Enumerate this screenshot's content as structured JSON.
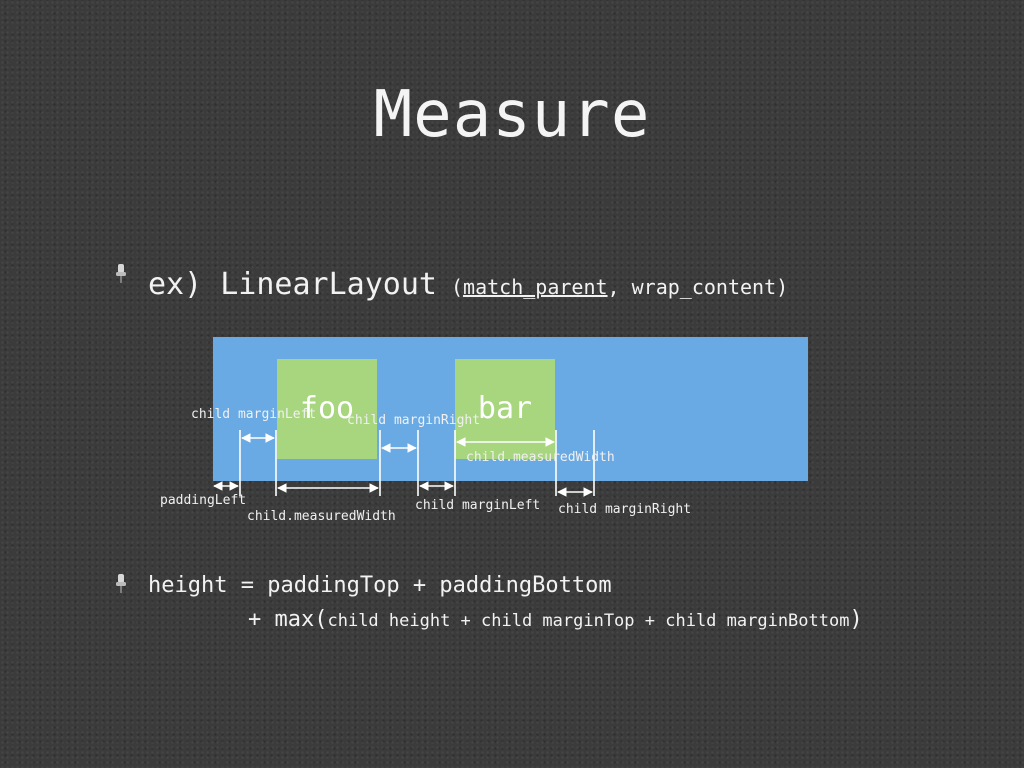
{
  "slide": {
    "title": "Measure"
  },
  "bullet1": {
    "prefix": "ex) LinearLayout",
    "paren_open": "(",
    "width_param": "match_parent",
    "rest": ", wrap_content)"
  },
  "diagram": {
    "children": [
      {
        "label": "foo"
      },
      {
        "label": "bar"
      }
    ],
    "labels": {
      "child_margin_left_1": "child marginLeft",
      "child_margin_right_1": "child marginRight",
      "child_measured_width_2": "child.measuredWidth",
      "padding_left": "paddingLeft",
      "child_measured_width_1": "child.measuredWidth",
      "child_margin_left_2": "child marginLeft",
      "child_margin_right_2": "child marginRight"
    },
    "colors": {
      "container": "#6aaae4",
      "child": "#a8d67f"
    }
  },
  "bullet2": {
    "line1": "height = paddingTop + paddingBottom",
    "line2_prefix": "+ max(",
    "line2_inner": "child height + child marginTop + child marginBottom",
    "line2_suffix": ")"
  }
}
